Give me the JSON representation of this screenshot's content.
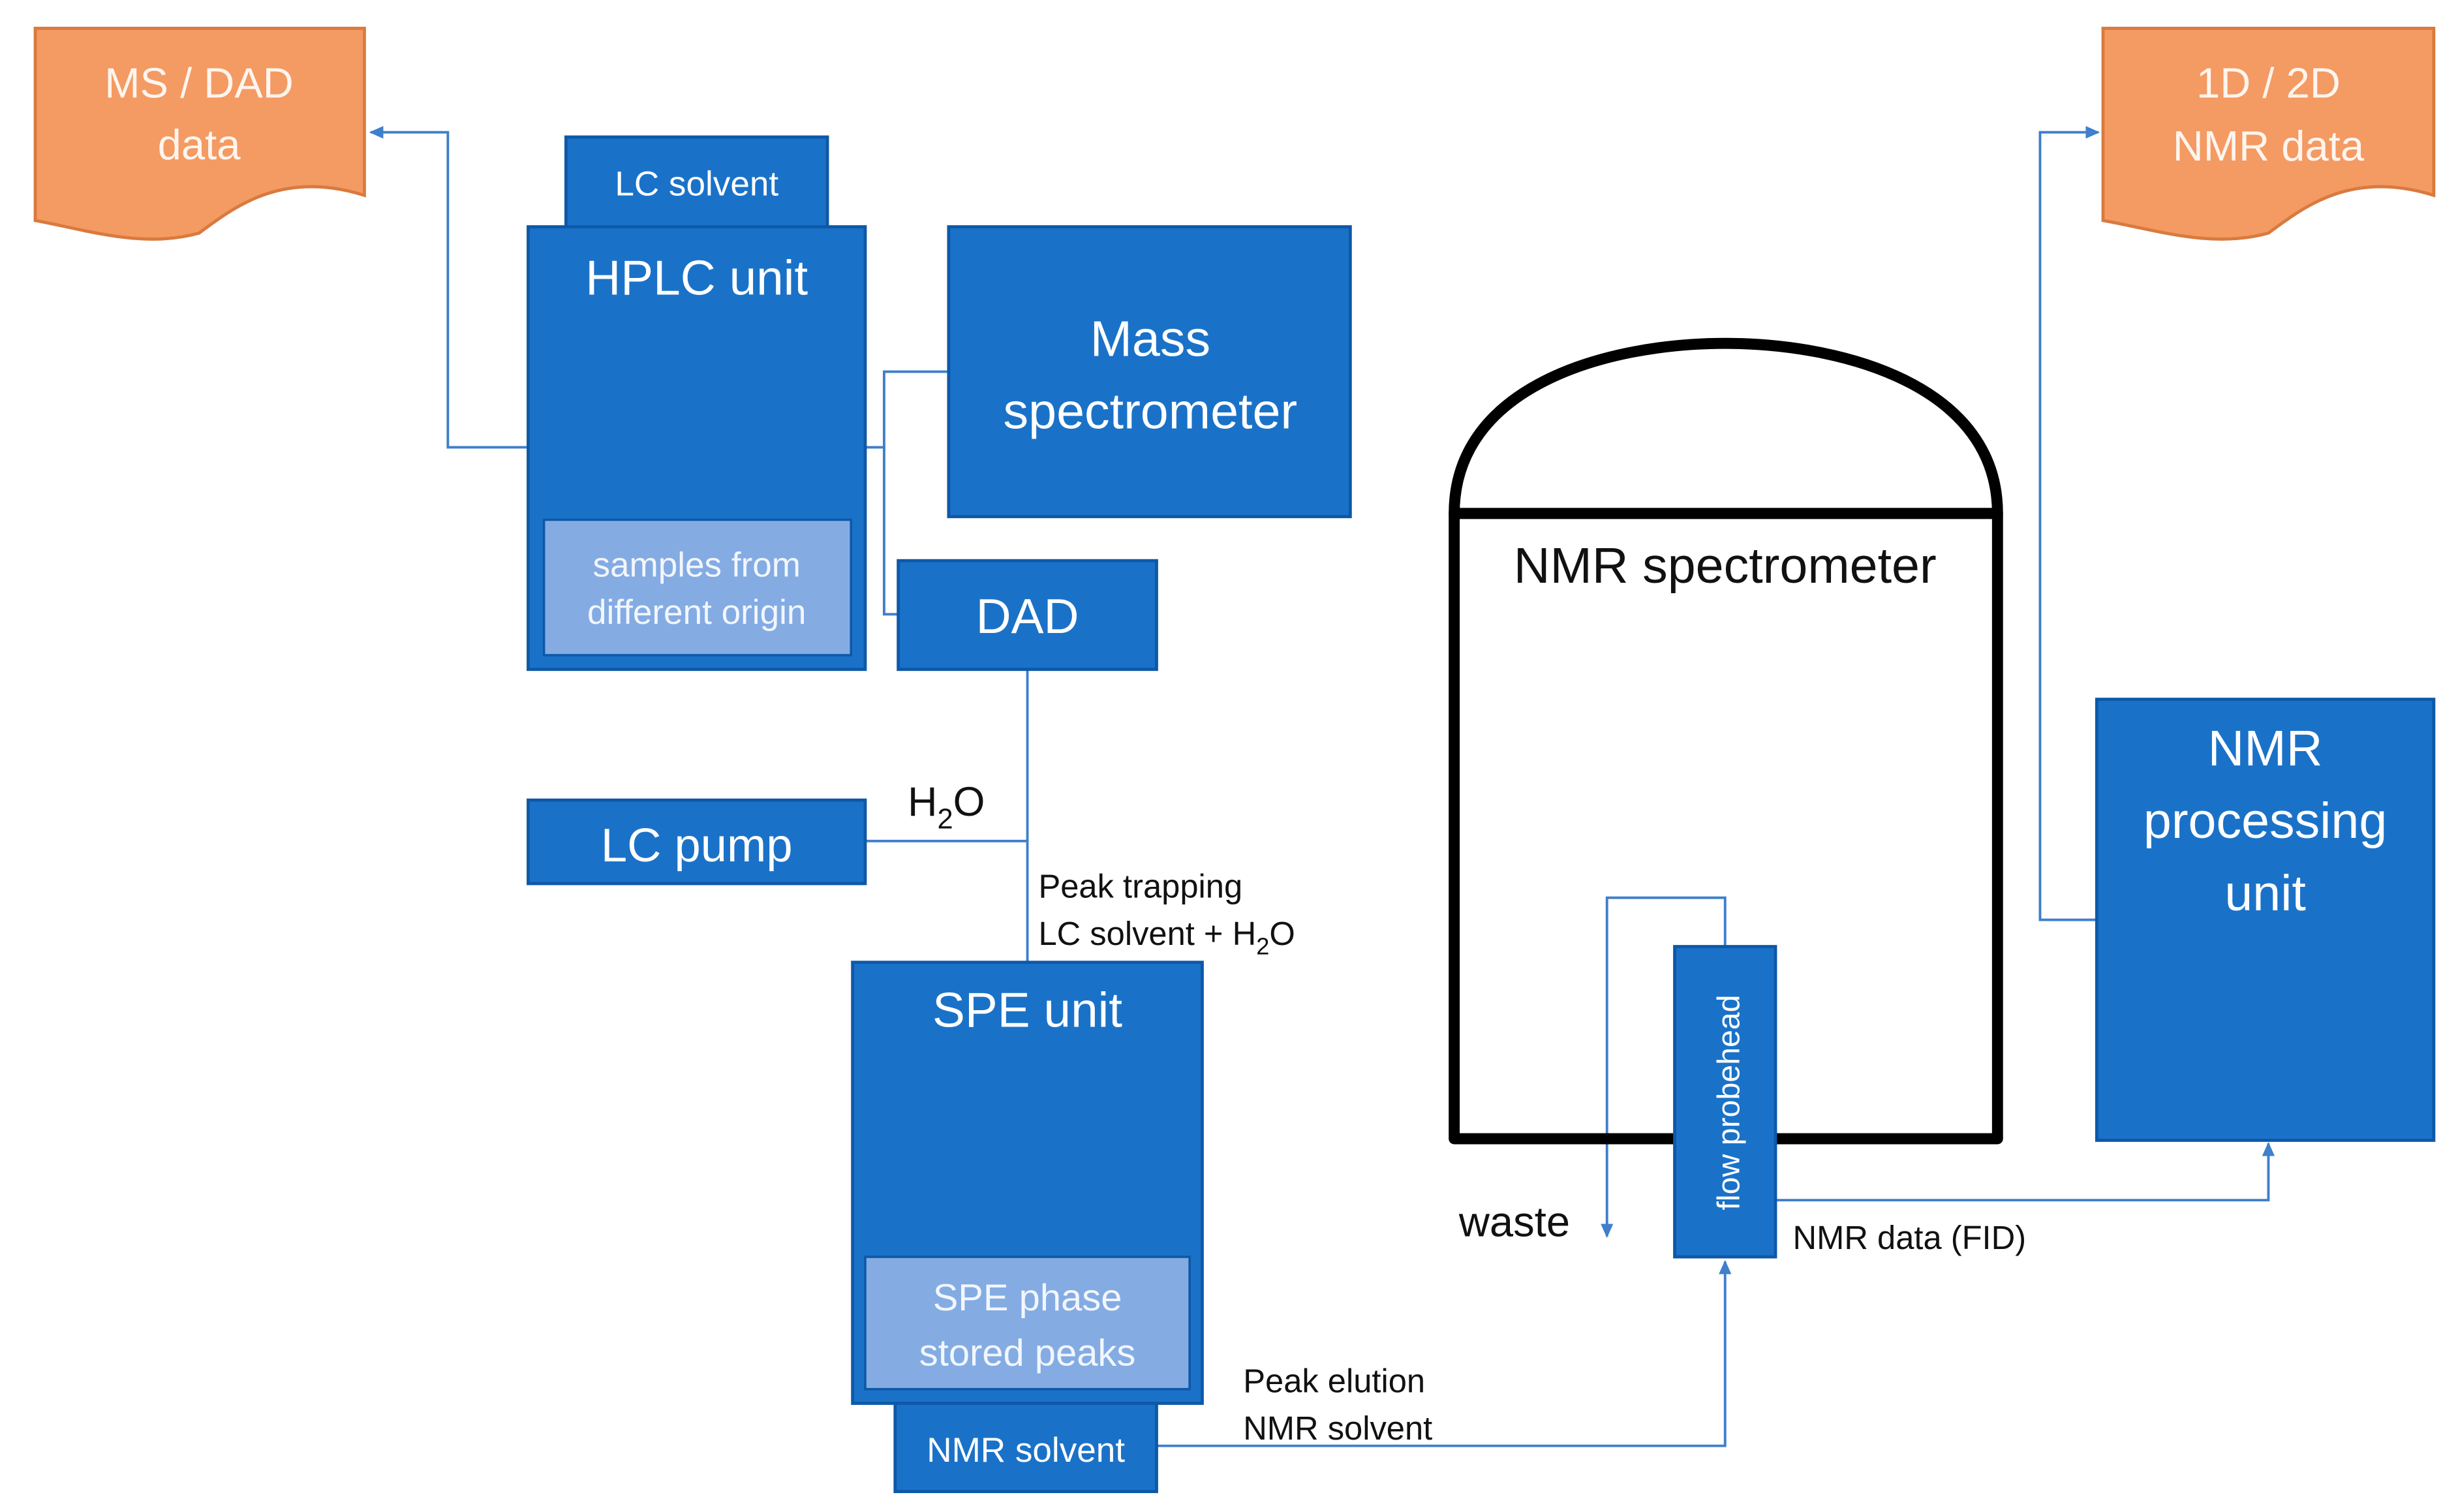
{
  "colors": {
    "box_fill": "#1a72c8",
    "box_stroke": "#0e58a8",
    "inner_fill": "#84ace3",
    "inner_text": "#f2f6fc",
    "doc_fill": "#f49a63",
    "doc_stroke": "#d97a3e",
    "doc_text": "#fff5ee",
    "line": "#3f7fcb",
    "nmr_outline": "#000000"
  },
  "boxes": {
    "lc_solvent": "LC solvent",
    "hplc_unit": "HPLC unit",
    "samples_line1": "samples from",
    "samples_line2": "different origin",
    "mass_line1": "Mass",
    "mass_line2": "spectrometer",
    "dad": "DAD",
    "lc_pump": "LC pump",
    "spe_unit": "SPE unit",
    "spe_phase_line1": "SPE phase",
    "spe_phase_line2": "stored peaks",
    "nmr_solvent": "NMR solvent",
    "nmr_spectrometer": "NMR spectrometer",
    "flow_probehead": "flow probehead",
    "nmr_proc_line1": "NMR",
    "nmr_proc_line2": "processing",
    "nmr_proc_line3": "unit"
  },
  "documents": {
    "ms_dad_line1": "MS / DAD",
    "ms_dad_line2": "data",
    "nmr_data_line1": "1D / 2D",
    "nmr_data_line2": "NMR data"
  },
  "labels": {
    "h2o_main": "H",
    "h2o_sub": "2",
    "h2o_end": "O",
    "peak_trapping": "Peak trapping",
    "lc_solvent_plus": "LC solvent + H",
    "lc_solvent_plus_sub": "2",
    "lc_solvent_plus_end": "O",
    "waste": "waste",
    "nmr_data_fid": "NMR data (FID)",
    "peak_elution": "Peak elution",
    "nmr_solvent_flow": "NMR solvent"
  }
}
